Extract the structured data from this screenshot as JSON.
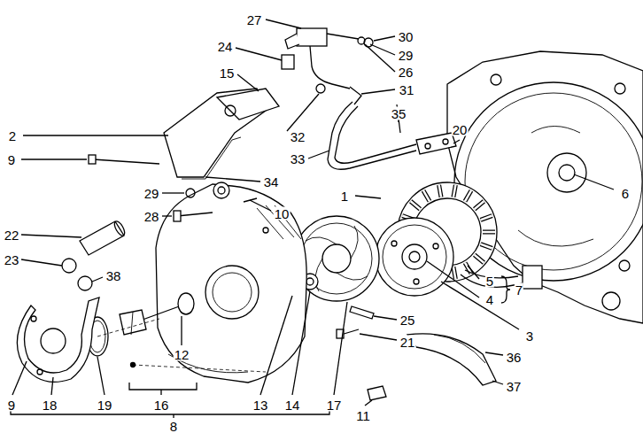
{
  "diagram": {
    "labels": [
      "27",
      "30",
      "24",
      "29",
      "26",
      "15",
      "31",
      "2",
      "32",
      "33",
      "35",
      "20",
      "9",
      "34",
      "1",
      "6",
      "29",
      "10",
      "28",
      "22",
      "23",
      "38",
      "5",
      "7",
      "4",
      "25",
      "21",
      "3",
      "12",
      "36",
      "9",
      "18",
      "19",
      "16",
      "13",
      "14",
      "17",
      "37",
      "11",
      "8"
    ]
  }
}
